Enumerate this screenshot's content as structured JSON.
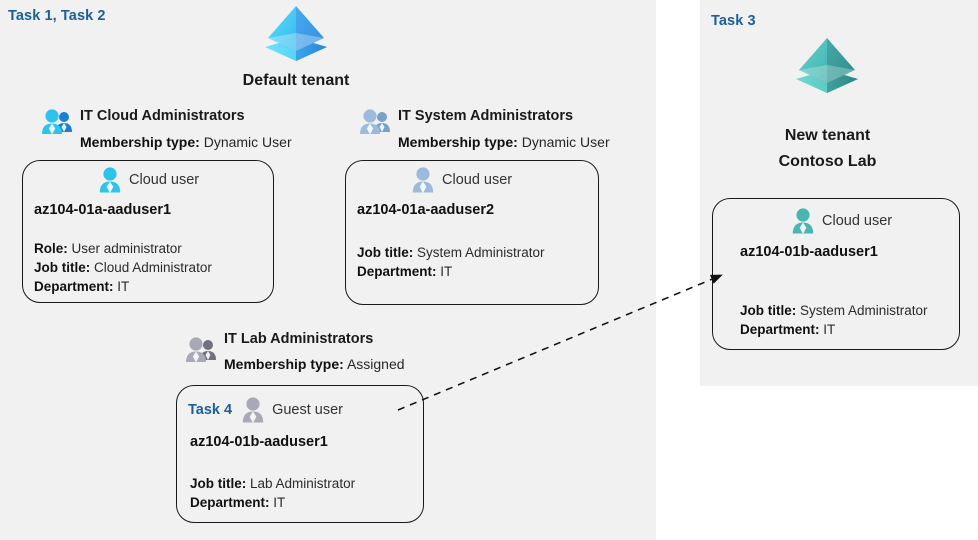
{
  "colors": {
    "panel_bg": "#f1f1f1",
    "page_bg": "#ffffff",
    "task_blue": "#1b5e9e",
    "text_dark": "#1a1a1a",
    "card_border": "#1a1a1a",
    "tenant_blue": "#32b5f1",
    "tenant_teal": "#4cb5b0",
    "user_blue": "#29b6e8",
    "user_steel": "#8eaed0",
    "user_gray": "#9a9aa8"
  },
  "left_panel": {
    "task_label": "Task 1, Task 2",
    "tenant": {
      "icon": "azure-ad-tenant-icon",
      "name": "Default tenant"
    },
    "groups": [
      {
        "icon": "group-people-icon",
        "title": "IT Cloud Administrators",
        "membership_label": "Membership type:",
        "membership_value": "Dynamic User",
        "card": {
          "task": "",
          "user_icon": "cloud-user-icon",
          "user_type": "Cloud user",
          "name": "az104-01a-aaduser1",
          "attrs": [
            {
              "label": "Role:",
              "value": "User administrator"
            },
            {
              "label": "Job title:",
              "value": "Cloud Administrator"
            },
            {
              "label": "Department:",
              "value": "IT"
            }
          ]
        }
      },
      {
        "icon": "group-people-icon",
        "title": "IT System Administrators",
        "membership_label": "Membership type:",
        "membership_value": "Dynamic User",
        "card": {
          "task": "",
          "user_icon": "cloud-user-icon",
          "user_type": "Cloud user",
          "name": "az104-01a-aaduser2",
          "attrs": [
            {
              "label": "Job title:",
              "value": "System Administrator"
            },
            {
              "label": "Department:",
              "value": "IT"
            }
          ]
        }
      },
      {
        "icon": "group-people-icon",
        "title": "IT Lab Administrators",
        "membership_label": "Membership type:",
        "membership_value": "Assigned",
        "card": {
          "task": "Task 4",
          "user_icon": "guest-user-icon",
          "user_type": "Guest user",
          "name": "az104-01b-aaduser1",
          "attrs": [
            {
              "label": "Job title:",
              "value": "Lab Administrator"
            },
            {
              "label": "Department:",
              "value": "IT"
            }
          ]
        }
      }
    ]
  },
  "right_panel": {
    "task_label": "Task 3",
    "tenant": {
      "icon": "azure-ad-tenant-icon",
      "name_line1": "New  tenant",
      "name_line2": "Contoso Lab"
    },
    "card": {
      "user_icon": "cloud-user-icon",
      "user_type": "Cloud user",
      "name": "az104-01b-aaduser1",
      "attrs": [
        {
          "label": "Job title:",
          "value": "System Administrator"
        },
        {
          "label": "Department:",
          "value": "IT"
        }
      ]
    }
  },
  "connector": {
    "style": "dashed-arrow",
    "from": "guest-user-card",
    "to": "new-tenant-cloud-user-card"
  }
}
